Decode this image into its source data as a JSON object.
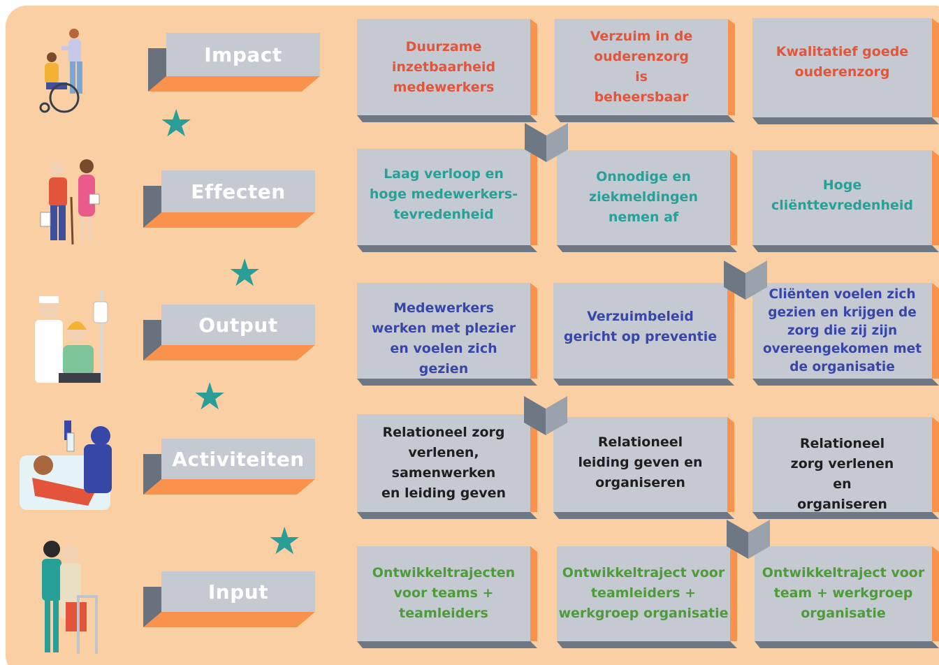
{
  "rows": {
    "impact": {
      "label": "Impact",
      "color": "#e2553a",
      "boxes": [
        "Duurzame inzetbaarheid medewerkers",
        "Verzuim in de ouderenzorg is beheersbaar",
        "Kwalitatief goede ouderenzorg"
      ]
    },
    "effecten": {
      "label": "Effecten",
      "color": "#27a097",
      "boxes": [
        "Laag verloop en hoge medewerkers-tevredenheid",
        "Onnodige en ziekmeldingen nemen af",
        "Hoge cliënttevredenheid"
      ]
    },
    "output": {
      "label": "Output",
      "color": "#3747a8",
      "boxes": [
        "Medewerkers werken met plezier en voelen zich gezien",
        "Verzuimbeleid gericht op preventie",
        "Cliënten voelen zich gezien en krijgen de zorg die zij zijn overeengekomen met de organisatie"
      ]
    },
    "activiteiten": {
      "label": "Activiteiten",
      "color": "#1f1f1f",
      "boxes": [
        "Relationeel zorg verlenen, samenwerken en leiding geven",
        "Relationeel leiding geven en organiseren",
        "Relationeel zorg verlenen en organiseren"
      ]
    },
    "input": {
      "label": "Input",
      "color": "#4e9b3a",
      "boxes": [
        "Ontwikkeltrajecten voor teams + teamleiders",
        "Ontwikkeltraject voor teamleiders + werkgroep organisatie",
        "Ontwikkeltraject voor team + werkgroep organisatie"
      ]
    }
  },
  "colors": {
    "background": "#f9cfa3",
    "block_face": "#c5cad2",
    "block_side_dark": "#68717c",
    "block_side_orange": "#f9924d",
    "star": "#2a9d96"
  },
  "icons": [
    "star-icon",
    "chevron-down-icon",
    "caregiver-wheelchair-illustration",
    "elderly-couple-illustration",
    "nurse-patient-illustration",
    "medical-test-illustration",
    "elderly-walker-illustration"
  ]
}
